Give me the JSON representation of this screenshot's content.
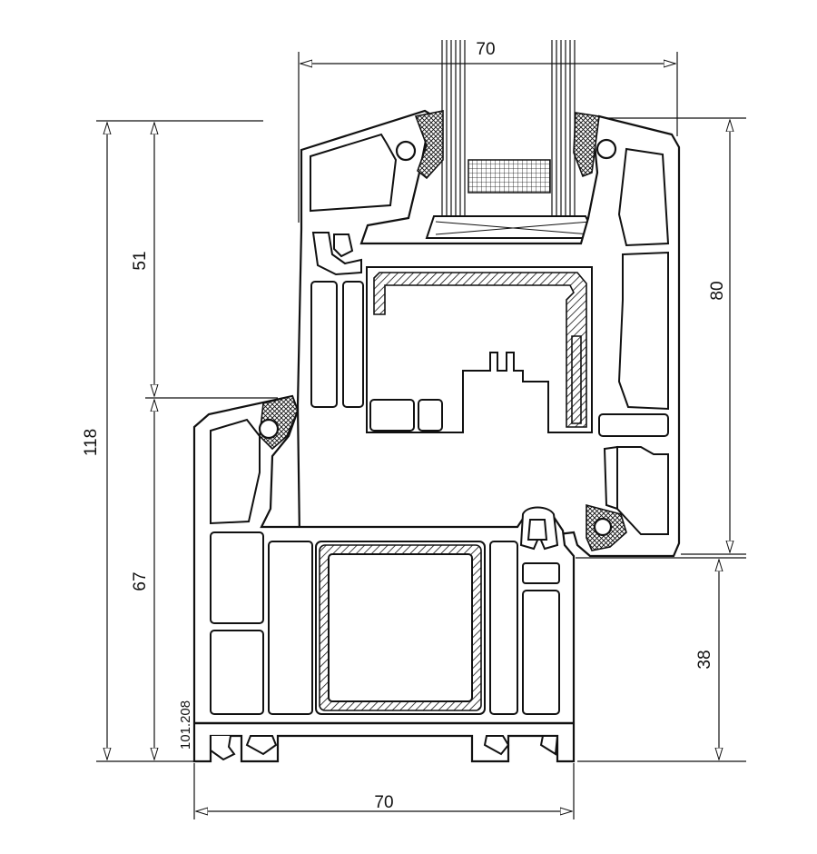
{
  "dimensions": {
    "top_width": "70",
    "bottom_width": "70",
    "total_height": "118",
    "sash_height": "51",
    "frame_height": "67",
    "right_height": "80",
    "right_lower_height": "38",
    "profile_code": "101.208"
  },
  "colors": {
    "line": "#111111",
    "background": "#ffffff"
  }
}
